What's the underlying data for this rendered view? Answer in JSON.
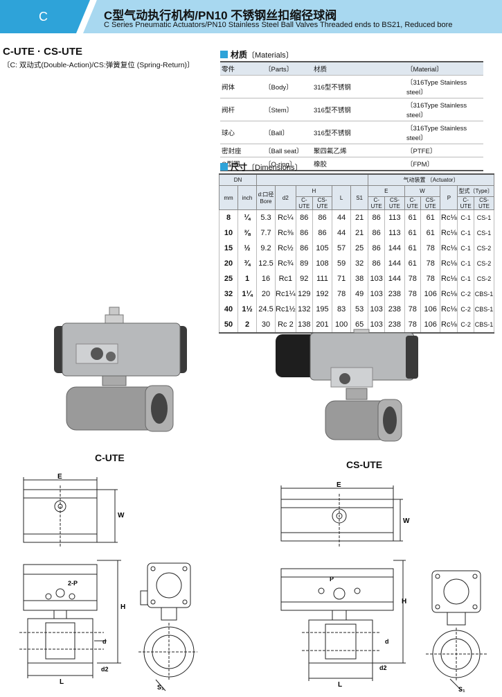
{
  "header": {
    "letter": "C",
    "title_cn": "C型气动执行机构/PN10 不锈钢丝扣缩径球阀",
    "title_en": "C Series Pneumatic Actuators/PN10 Stainless Steel Ball Valves Threaded ends to BS21, Reduced bore"
  },
  "model": {
    "title": "C-UTE · CS-UTE",
    "note": "〔C: 双动式(Double-Action)/CS:弹簧复位 (Spring-Return)〕"
  },
  "materials": {
    "title": "材质",
    "title_en": "〔Materials〕",
    "headers": [
      "零件",
      "〔Parts〕",
      "材质",
      "〔Material〕"
    ],
    "rows": [
      [
        "阀体",
        "〔Body〕",
        "316型不锈钢",
        "〔316Type Stainless steel〕"
      ],
      [
        "阀杆",
        "〔Stem〕",
        "316型不锈钢",
        "〔316Type Stainless steel〕"
      ],
      [
        "球心",
        "〔Ball〕",
        "316型不锈钢",
        "〔316Type Stainless steel〕"
      ],
      [
        "密封座",
        "〔Ball seat〕",
        "聚四氟乙烯",
        "〔PTFE〕"
      ],
      [
        "O型圈",
        "〔O-ring〕",
        "橡胶",
        "〔FPM〕"
      ]
    ]
  },
  "dimensions": {
    "title": "尺寸",
    "title_en": "〔Dimensions〕",
    "h_dn": "DN",
    "h_actuator": "气动装置 〔Actuator〕",
    "h_mm": "mm",
    "h_inch": "inch",
    "h_bore1": "d:口径",
    "h_bore2": "Bore",
    "h_d2": "d2",
    "h_H": "H",
    "h_L": "L",
    "h_S1": "S1",
    "h_E": "E",
    "h_W": "W",
    "h_P": "P",
    "h_type": "型式〔Type〕",
    "h_cute": "C-UTE",
    "h_csute": "CS-UTE",
    "rows": [
      [
        "8",
        "¼",
        "5.3",
        "Rc¼",
        "86",
        "86",
        "44",
        "21",
        "86",
        "113",
        "61",
        "61",
        "Rc⅛",
        "C-1",
        "CS-1"
      ],
      [
        "10",
        "⅜",
        "7.7",
        "Rc⅜",
        "86",
        "86",
        "44",
        "21",
        "86",
        "113",
        "61",
        "61",
        "Rc⅛",
        "C-1",
        "CS-1"
      ],
      [
        "15",
        "½",
        "9.2",
        "Rc½",
        "86",
        "105",
        "57",
        "25",
        "86",
        "144",
        "61",
        "78",
        "Rc⅛",
        "C-1",
        "CS-2"
      ],
      [
        "20",
        "¾",
        "12.5",
        "Rc¾",
        "89",
        "108",
        "59",
        "32",
        "86",
        "144",
        "61",
        "78",
        "Rc⅛",
        "C-1",
        "CS-2"
      ],
      [
        "25",
        "1",
        "16",
        "Rc1",
        "92",
        "111",
        "71",
        "38",
        "103",
        "144",
        "78",
        "78",
        "Rc⅛",
        "C-1",
        "CS-2"
      ],
      [
        "32",
        "1¼",
        "20",
        "Rc1¼",
        "129",
        "192",
        "78",
        "49",
        "103",
        "238",
        "78",
        "106",
        "Rc⅛",
        "C-2",
        "CBS-1"
      ],
      [
        "40",
        "1½",
        "24.5",
        "Rc1½",
        "132",
        "195",
        "83",
        "53",
        "103",
        "238",
        "78",
        "106",
        "Rc⅛",
        "C-2",
        "CBS-1"
      ],
      [
        "50",
        "2",
        "30",
        "Rc 2",
        "138",
        "201",
        "100",
        "65",
        "103",
        "238",
        "78",
        "106",
        "Rc⅛",
        "C-2",
        "CBS-1"
      ]
    ]
  },
  "captions": {
    "cute": "C-UTE",
    "csute": "CS-UTE"
  },
  "drawing_labels": {
    "E": "E",
    "W": "W",
    "H": "H",
    "L": "L",
    "d": "d",
    "d2": "d2",
    "S1": "S₁",
    "P2": "2-P",
    "P": "P"
  },
  "colors": {
    "header_dark": "#2ea3d9",
    "header_light": "#a8d8f0",
    "table_header": "#dfe7ef"
  }
}
